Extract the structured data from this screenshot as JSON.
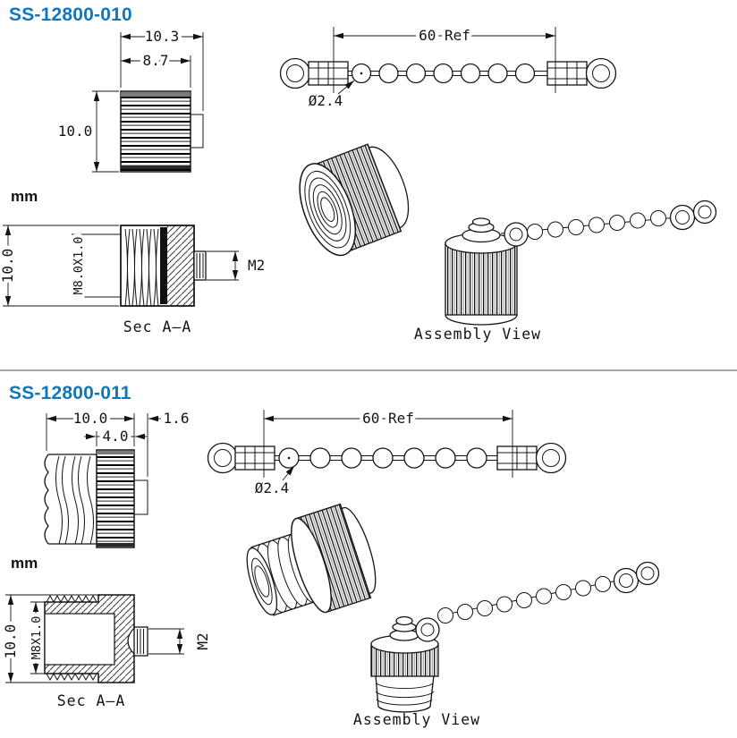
{
  "page": {
    "accent_color": "#1177bd",
    "line_color": "#141414",
    "divider_color": "#a8a8a8"
  },
  "sections": [
    {
      "title": "SS-12800-010",
      "unit_label": "mm",
      "front_view": {
        "width_overall": "10.3",
        "width_body": "8.7",
        "height": "10.0"
      },
      "section_view": {
        "height": "10.0",
        "internal_thread": "M8.0X1.0",
        "stud_thread": "M2",
        "caption": "Sec A–A"
      },
      "chain": {
        "length": "60 Ref",
        "bead_dia": "Ø2.4"
      },
      "assembly": {
        "caption": "Assembly View"
      }
    },
    {
      "title": "SS-12800-011",
      "unit_label": "mm",
      "side_view": {
        "width_overall": "10.0",
        "knurl_width": "4.0",
        "boss_length": "1.6"
      },
      "section_view": {
        "height": "10.0",
        "external_thread": "M8X1.0",
        "stud_thread": "M2",
        "caption": "Sec A–A"
      },
      "chain": {
        "length": "60 Ref",
        "bead_dia": "Ø2.4"
      },
      "assembly": {
        "caption": "Assembly View"
      }
    }
  ]
}
